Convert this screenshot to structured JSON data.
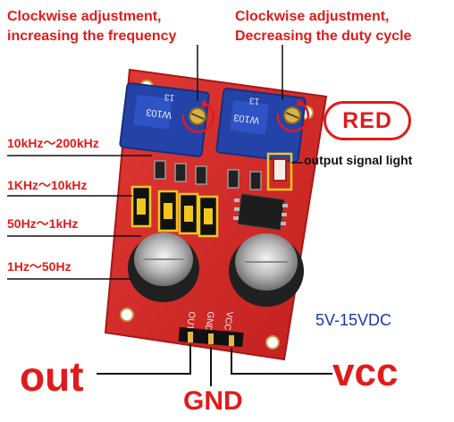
{
  "annotations": {
    "left_adjust": [
      "Clockwise adjustment,",
      "increasing the frequency"
    ],
    "right_adjust": [
      "Clockwise adjustment,",
      "Decreasing the duty cycle"
    ],
    "red_badge": "RED",
    "output_light": "output signal light",
    "ranges": [
      "10kHz〜200kHz",
      "1KHz〜10kHz",
      "50Hz〜1kHz",
      "1Hz〜50Hz"
    ],
    "voltage": "5V-15VDC",
    "pins": {
      "out": "out",
      "gnd": "GND",
      "vcc": "vcc"
    }
  },
  "board_print": {
    "pot_code": "W103",
    "pot_number": "13",
    "pin_labels": [
      "OUT",
      "GND",
      "VCC"
    ]
  },
  "colors": {
    "board": "#d42a2a",
    "potentiometer": "#2443a8",
    "annotation_red": "#e11b1b",
    "highlight_box": "#f2c71c"
  }
}
